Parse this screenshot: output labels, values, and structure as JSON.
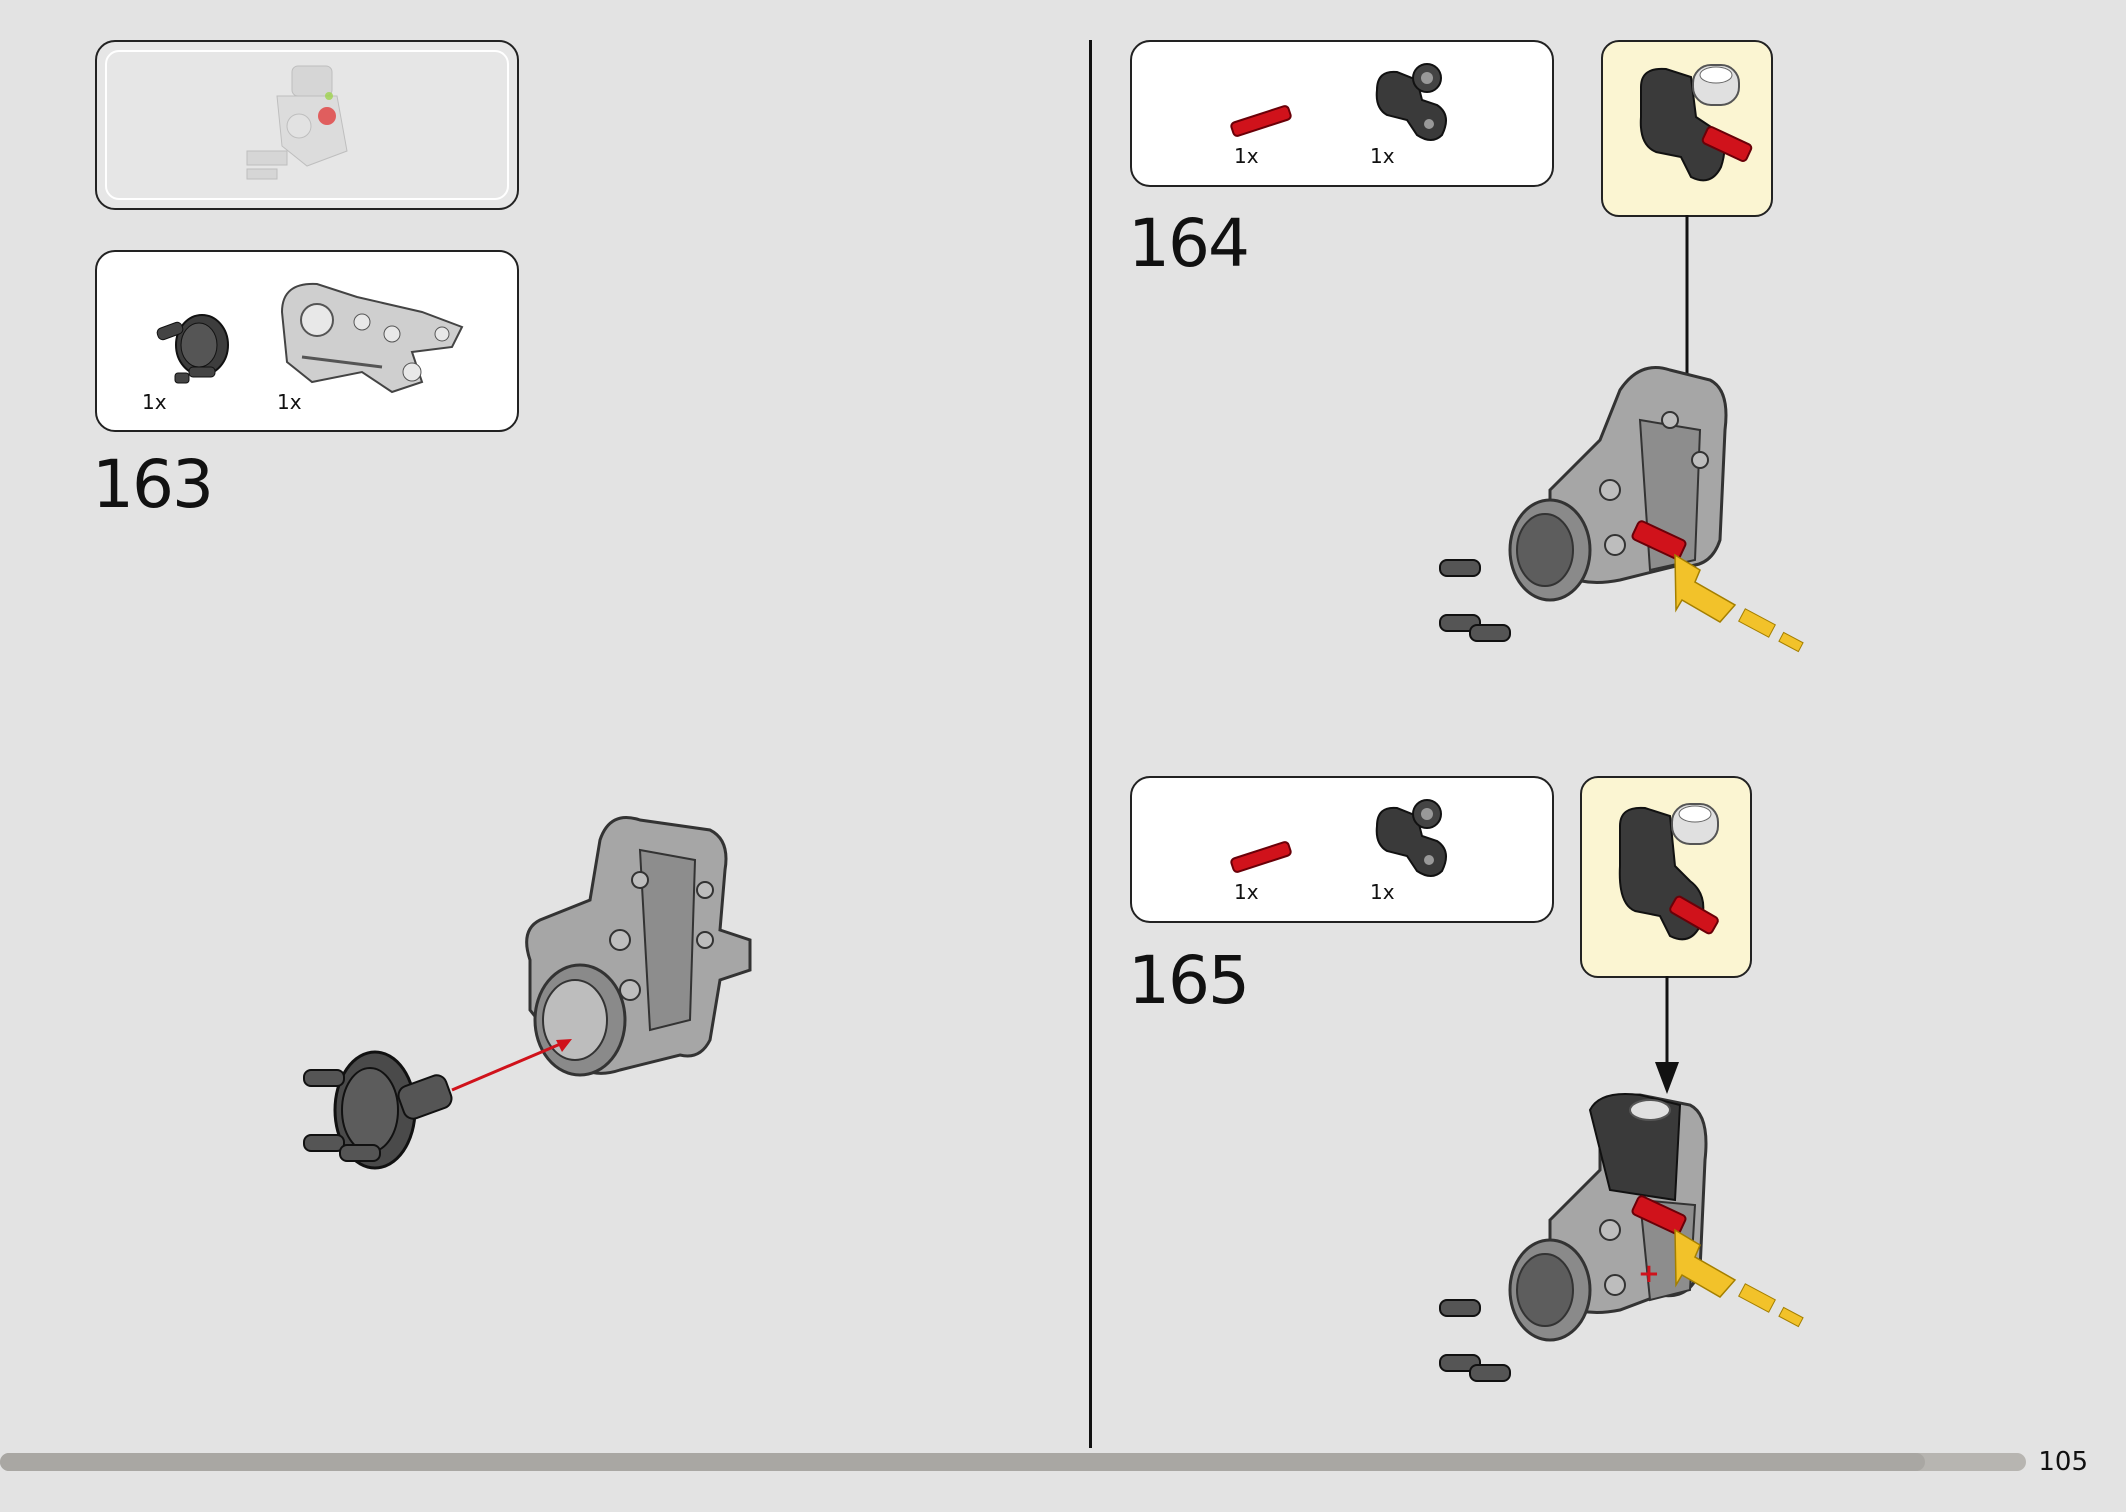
{
  "page": {
    "number": "105",
    "progress": 0.95
  },
  "left_page": {
    "step": {
      "number": "163",
      "parts": [
        {
          "qty": "1x",
          "icon": "hub-with-pins-part-icon"
        },
        {
          "qty": "1x",
          "icon": "frame-panel-part-icon"
        }
      ]
    }
  },
  "right_page": {
    "steps": [
      {
        "number": "164",
        "parts": [
          {
            "qty": "1x",
            "icon": "red-axle-pin-part-icon"
          },
          {
            "qty": "1x",
            "icon": "black-bracket-part-icon"
          }
        ]
      },
      {
        "number": "165",
        "parts": [
          {
            "qty": "1x",
            "icon": "red-axle-pin-part-icon"
          },
          {
            "qty": "1x",
            "icon": "black-bracket-part-icon"
          }
        ]
      }
    ]
  },
  "colors": {
    "background": "#e3e3e3",
    "callout": "#fbf5d2",
    "red_part": "#d0121b",
    "yellow_arrow": "#f2c22a",
    "grey_part": "#9a9a9a",
    "dark_part": "#3a3a3a"
  }
}
